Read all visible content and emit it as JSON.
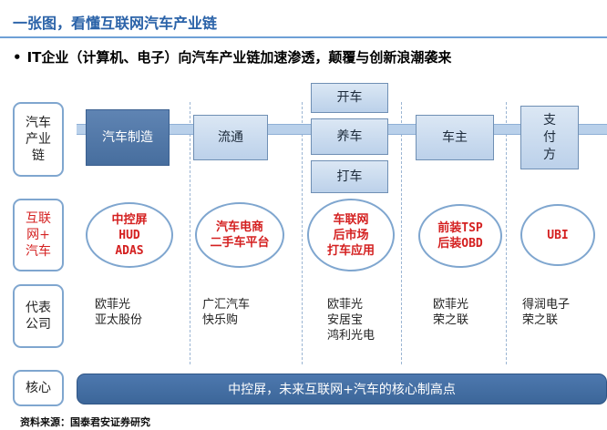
{
  "title": "一张图，看懂互联网汽车产业链",
  "subtitle": "IT企业（计算机、电子）向汽车产业链加速渗透，颠覆与创新浪潮袭来",
  "row_labels": {
    "chain": "汽车\n产业\n链",
    "internet": "互联\n网+\n汽车",
    "companies": "代表\n公司",
    "core": "核心"
  },
  "chain": {
    "manufacturing": "汽车制造",
    "circulation": "流通",
    "driving": "开车",
    "maintenance": "养车",
    "hailing": "打车",
    "owner": "车主",
    "payment": "支\n付\n方"
  },
  "internet_ovals": [
    "中控屏\nHUD\nADAS",
    "汽车电商\n二手车平台",
    "车联网\n后市场\n打车应用",
    "前装TSP\n后装OBD",
    "UBI"
  ],
  "companies": [
    "欧菲光\n亚太股份",
    "广汇汽车\n快乐购",
    "欧菲光\n安居宝\n鸿利光电",
    "欧菲光\n荣之联",
    "得润电子\n荣之联"
  ],
  "core_text": "中控屏，未来互联网+汽车的核心制高点",
  "source": "资料来源：国泰君安证券研究"
}
